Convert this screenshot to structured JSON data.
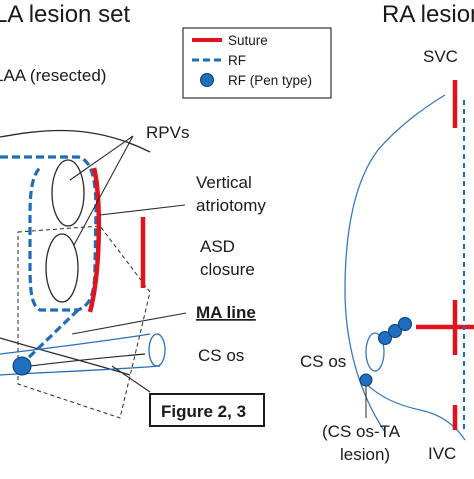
{
  "titles": {
    "la": "LA lesion set",
    "ra": "RA lesion"
  },
  "legend": {
    "suture": "Suture",
    "rf": "RF",
    "rf_pen": "RF (Pen type)"
  },
  "labels": {
    "laa": "LAA (resected)",
    "rpvs": "RPVs",
    "vertical_1": "Vertical",
    "vertical_2": "atriotomy",
    "asd_1": "ASD",
    "asd_2": "closure",
    "ma_line": "MA line",
    "cs_os_la": "CS os",
    "figure_ref": "Figure 2, 3",
    "svc": "SVC",
    "cs_os_ra": "CS os",
    "cs_ta_1": "(CS os-TA",
    "cs_ta_2": "lesion)",
    "ivc": "IVC"
  },
  "colors": {
    "suture_red": "#e0141e",
    "rf_blue": "#1f6db5",
    "pen_blue": "#1f6fc0",
    "outline": "#2a2a2a",
    "ra_outline": "#3a78b8"
  }
}
